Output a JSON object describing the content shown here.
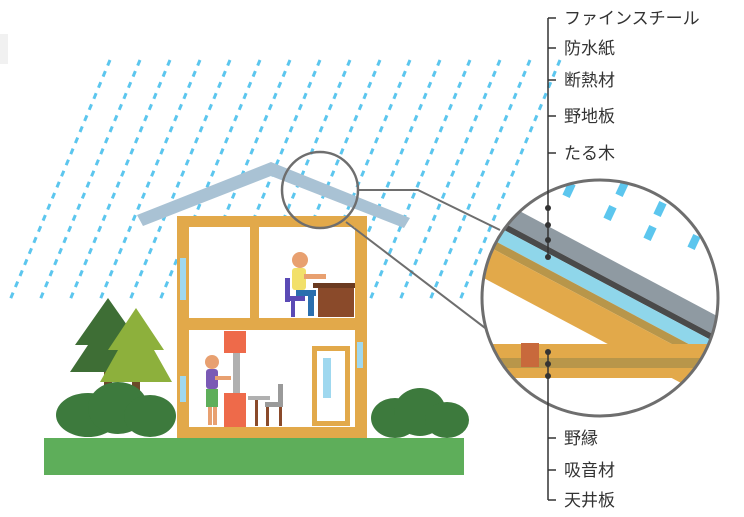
{
  "labels_top": [
    "ファインスチール",
    "防水紙",
    "断熱材",
    "野地板",
    "たる木"
  ],
  "labels_bottom": [
    "野縁",
    "吸音材",
    "天井板"
  ],
  "colors": {
    "rain": "#5cc6ee",
    "roof": "#a9c2d4",
    "frame": "#e2a94a",
    "tree_dark": "#3e6e35",
    "tree_light": "#8db03c",
    "bush": "#3d7a3d",
    "ground": "#5eae5a",
    "lens_ring": "#6e6e6e",
    "desk": "#8a4a2a",
    "red_block": "#ee6a4a",
    "steel": "#8f9aa2",
    "membrane": "#4a4a4a",
    "insulation": "#8fd6ea",
    "sheathing": "#b8964a",
    "rafter": "#e2a94a"
  },
  "icons": [
    "rain",
    "house",
    "tree",
    "bush",
    "person",
    "chair",
    "desk",
    "door",
    "lens"
  ]
}
